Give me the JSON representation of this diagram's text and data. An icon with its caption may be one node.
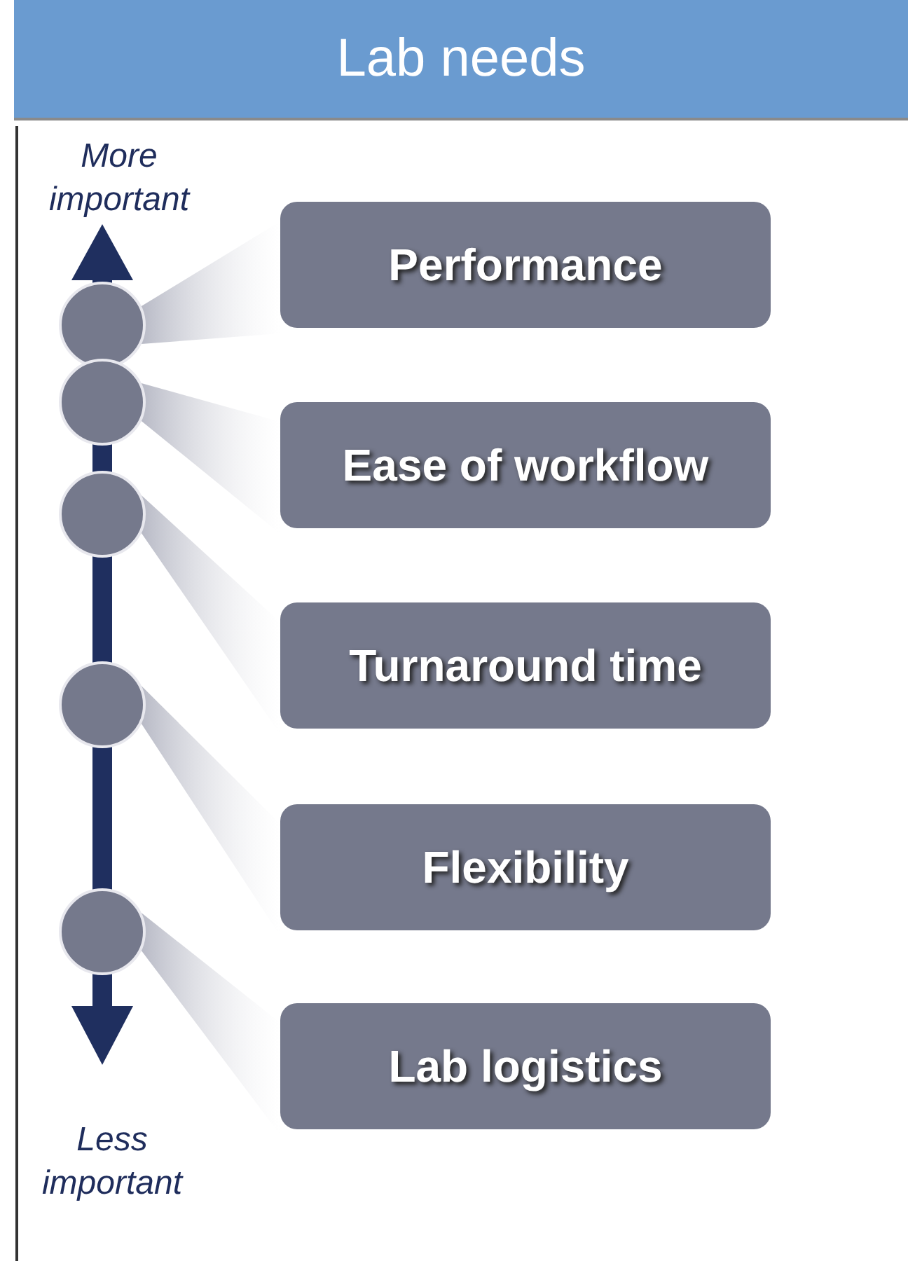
{
  "diagram": {
    "title": "Lab needs",
    "nodes": [
      {
        "text": [
          "Performance"
        ]
      },
      {
        "text": [
          "Ease of workflow"
        ]
      },
      {
        "text": [
          "Turnaround time"
        ]
      },
      {
        "text": [
          "Flexibility"
        ]
      },
      {
        "text": [
          "Lab logistics"
        ]
      },
      {
        "text": [],
        "shape": "circle"
      },
      {
        "text": [],
        "shape": "circle"
      },
      {
        "text": [],
        "shape": "circle"
      },
      {
        "text": [],
        "shape": "circle"
      },
      {
        "text": [],
        "shape": "circle"
      }
    ],
    "edges": [
      {
        "from": 5,
        "to": 0,
        "arrow": "none"
      },
      {
        "from": 6,
        "to": 1,
        "arrow": "none"
      },
      {
        "from": 7,
        "to": 2,
        "arrow": "none"
      },
      {
        "from": 8,
        "to": 3,
        "arrow": "none"
      },
      {
        "from": 9,
        "to": 4,
        "arrow": "none"
      }
    ],
    "labels": [
      "More important",
      "Less important"
    ]
  }
}
